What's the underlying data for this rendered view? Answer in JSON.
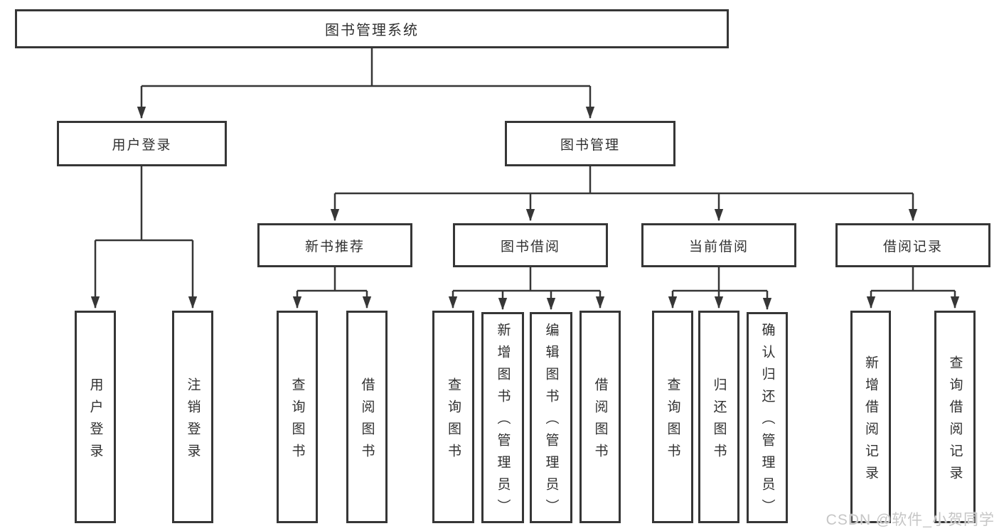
{
  "diagram": {
    "title": "图书管理系统",
    "type": "hierarchy-tree",
    "colors": {
      "line": "#363636",
      "border": "#363636",
      "text": "#303030",
      "background": "#ffffff",
      "watermark_text": "#c6c6c6"
    },
    "tree": {
      "root": {
        "label": "图书管理系统"
      },
      "branches": [
        {
          "label": "用户登录",
          "children": [
            {
              "label": "用户登录"
            },
            {
              "label": "注销登录"
            }
          ]
        },
        {
          "label": "图书管理",
          "children": [
            {
              "label": "新书推荐",
              "children": [
                {
                  "label": "查询图书"
                },
                {
                  "label": "借阅图书"
                }
              ]
            },
            {
              "label": "图书借阅",
              "children": [
                {
                  "label": "查询图书"
                },
                {
                  "label": "新增图书（管理员）"
                },
                {
                  "label": "编辑图书（管理员）"
                },
                {
                  "label": "借阅图书"
                }
              ]
            },
            {
              "label": "当前借阅",
              "children": [
                {
                  "label": "查询图书"
                },
                {
                  "label": "归还图书"
                },
                {
                  "label": "确认归还（管理员）"
                }
              ]
            },
            {
              "label": "借阅记录",
              "children": [
                {
                  "label": "新增借阅记录"
                },
                {
                  "label": "查询借阅记录"
                }
              ]
            }
          ]
        }
      ]
    },
    "watermark": {
      "text": "CSDN @软件_小贺同学"
    }
  }
}
